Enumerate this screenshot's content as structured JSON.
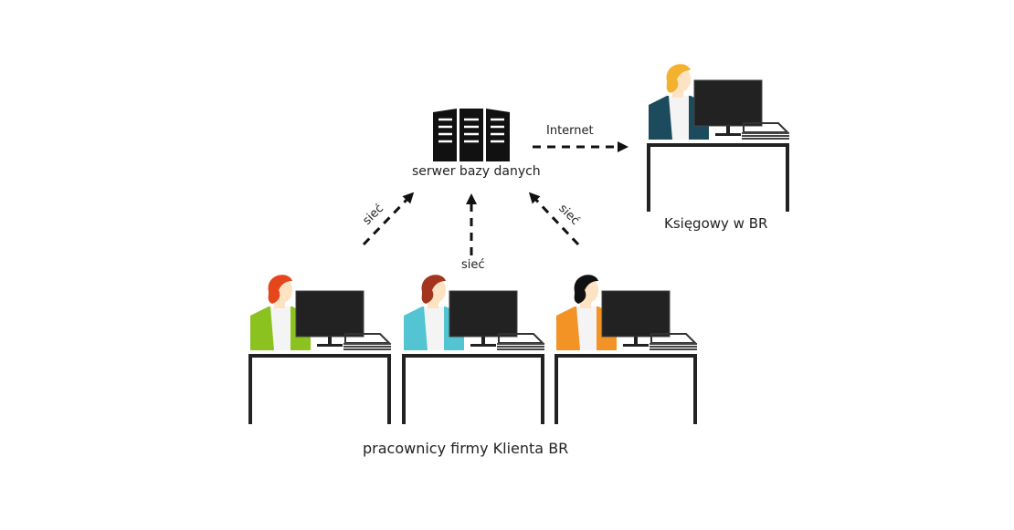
{
  "server": {
    "label": "serwer bazy danych",
    "icon": "server-icon"
  },
  "links": {
    "internet": "Internet",
    "network_left": "sieć",
    "network_center": "sieć",
    "network_right": "sieć"
  },
  "accountant": {
    "label": "Księgowy w BR",
    "jacket_color": "#1d4b5e",
    "hair_color": "#f2b22f"
  },
  "employees": {
    "label": "pracownicy firmy Klienta BR",
    "people": [
      {
        "jacket_color": "#8cc21f",
        "hair_color": "#e5461c"
      },
      {
        "jacket_color": "#52c4d2",
        "hair_color": "#a3341f"
      },
      {
        "jacket_color": "#f39325",
        "hair_color": "#111111"
      }
    ]
  }
}
